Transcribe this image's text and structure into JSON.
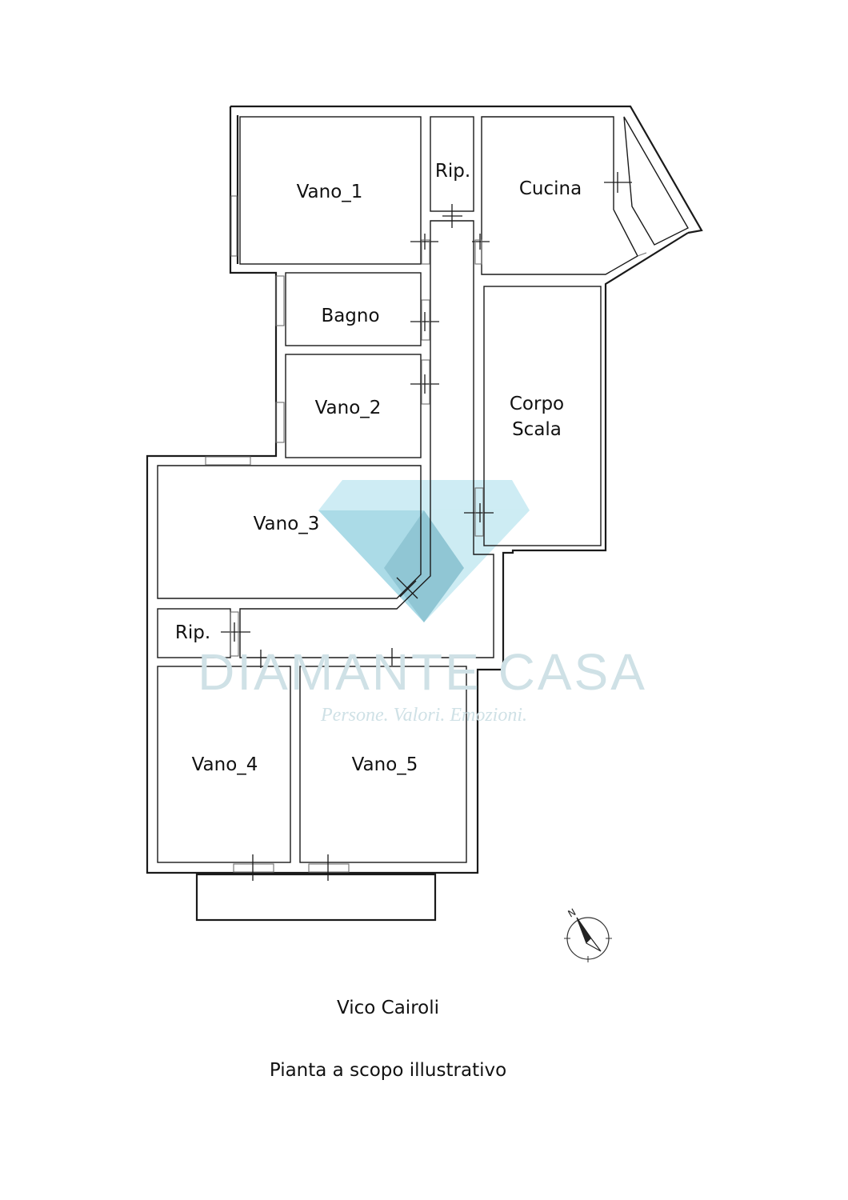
{
  "rooms": {
    "vano_1": "Vano_1",
    "rip_top": "Rip.",
    "cucina": "Cucina",
    "bagno": "Bagno",
    "vano_2": "Vano_2",
    "corpo_line1": "Corpo",
    "corpo_line2": "Scala",
    "vano_3": "Vano_3",
    "rip_bottom": "Rip.",
    "vano_4": "Vano_4",
    "vano_5": "Vano_5"
  },
  "watermark": {
    "brand": "DIAMANTE CASA",
    "tagline": "Persone. Valori. Emozioni.",
    "color_light": "#bde6f0",
    "color_mid": "#8fcfdf",
    "color_dark": "#6cb3c6",
    "text_color": "#cfe1e6"
  },
  "compass": {
    "north_label": "N"
  },
  "captions": {
    "street": "Vico Cairoli",
    "note": "Pianta a scopo illustrativo"
  }
}
